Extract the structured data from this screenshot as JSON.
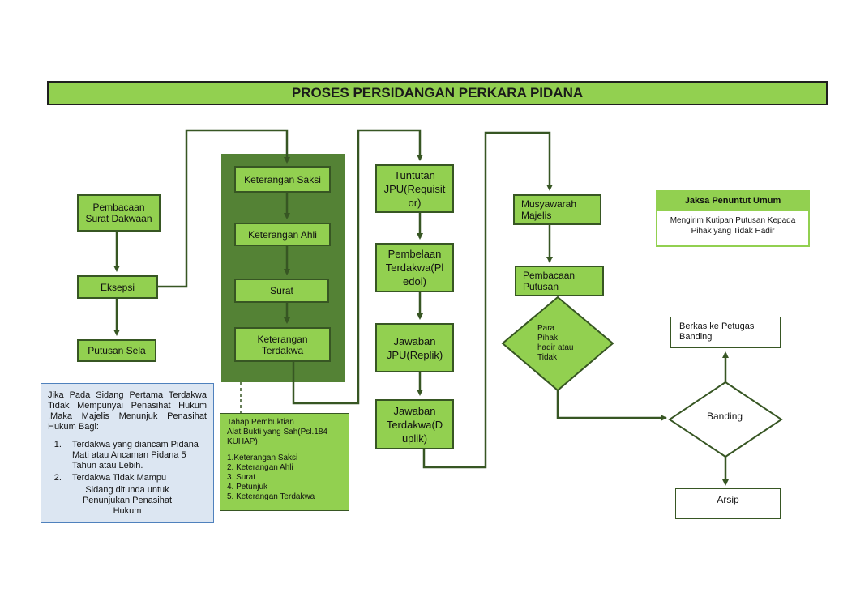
{
  "title": "PROSES PERSIDANGAN PERKARA PIDANA",
  "left_column": {
    "pembacaan_dakwaan": "Pembacaan\nSurat Dakwaan",
    "eksepsi": "Eksepsi",
    "putusan_sela": "Putusan Sela"
  },
  "evidence_steps": {
    "keterangan_saksi": "Keterangan Saksi",
    "keterangan_ahli": "Keterangan Ahli",
    "surat": "Surat",
    "keterangan_terdakwa": "Keterangan\nTerdakwa"
  },
  "prosecution_column": {
    "tuntutan": "Tuntutan\nJPU(Requisit\nor)",
    "pembelaan": "Pembelaan\nTerdakwa(Pl\nedoi)",
    "replik": "Jawaban\nJPU(Replik)",
    "duplik": "Jawaban\nTerdakwa(D\nuplik)"
  },
  "verdict_column": {
    "musyawarah": "Musyawarah\nMajelis",
    "pembacaan_putusan": "Pembacaan\nPutusan",
    "decision_diamond": "Para\nPihak\nhadir atau\nTidak"
  },
  "appeal": {
    "banding": "Banding",
    "berkas": "Berkas ke Petugas\nBanding",
    "arsip": "Arsip"
  },
  "jaksa": {
    "header": "Jaksa Penuntut Umum",
    "body": "Mengirim Kutipan Putusan Kepada\nPihak yang Tidak Hadir"
  },
  "note": {
    "intro": "Jika Pada Sidang Pertama Terdakwa Tidak Mempunyai Penasihat Hukum ,Maka Majelis Menunjuk Penasihat Hukum Bagi:",
    "item1": "Terdakwa yang diancam Pidana Mati atau Ancaman Pidana 5 Tahun atau Lebih.",
    "item2_line1": "Terdakwa Tidak Mampu",
    "item2_rest": "Sidang ditunda untuk\nPenunjukan Penasihat\nHukum"
  },
  "evidence_list": {
    "header": "Tahap Pembuktian\nAlat Bukti yang Sah(Psl.184\nKUHAP)",
    "items": [
      "1.Keterangan Saksi",
      "2. Keterangan Ahli",
      "3. Surat",
      "4. Petunjuk",
      "5. Keterangan Terdakwa"
    ]
  },
  "colors": {
    "box_green": "#92d050",
    "panel_dark_green": "#548235",
    "line_green": "#375623",
    "note_blue": "#dce6f2"
  }
}
